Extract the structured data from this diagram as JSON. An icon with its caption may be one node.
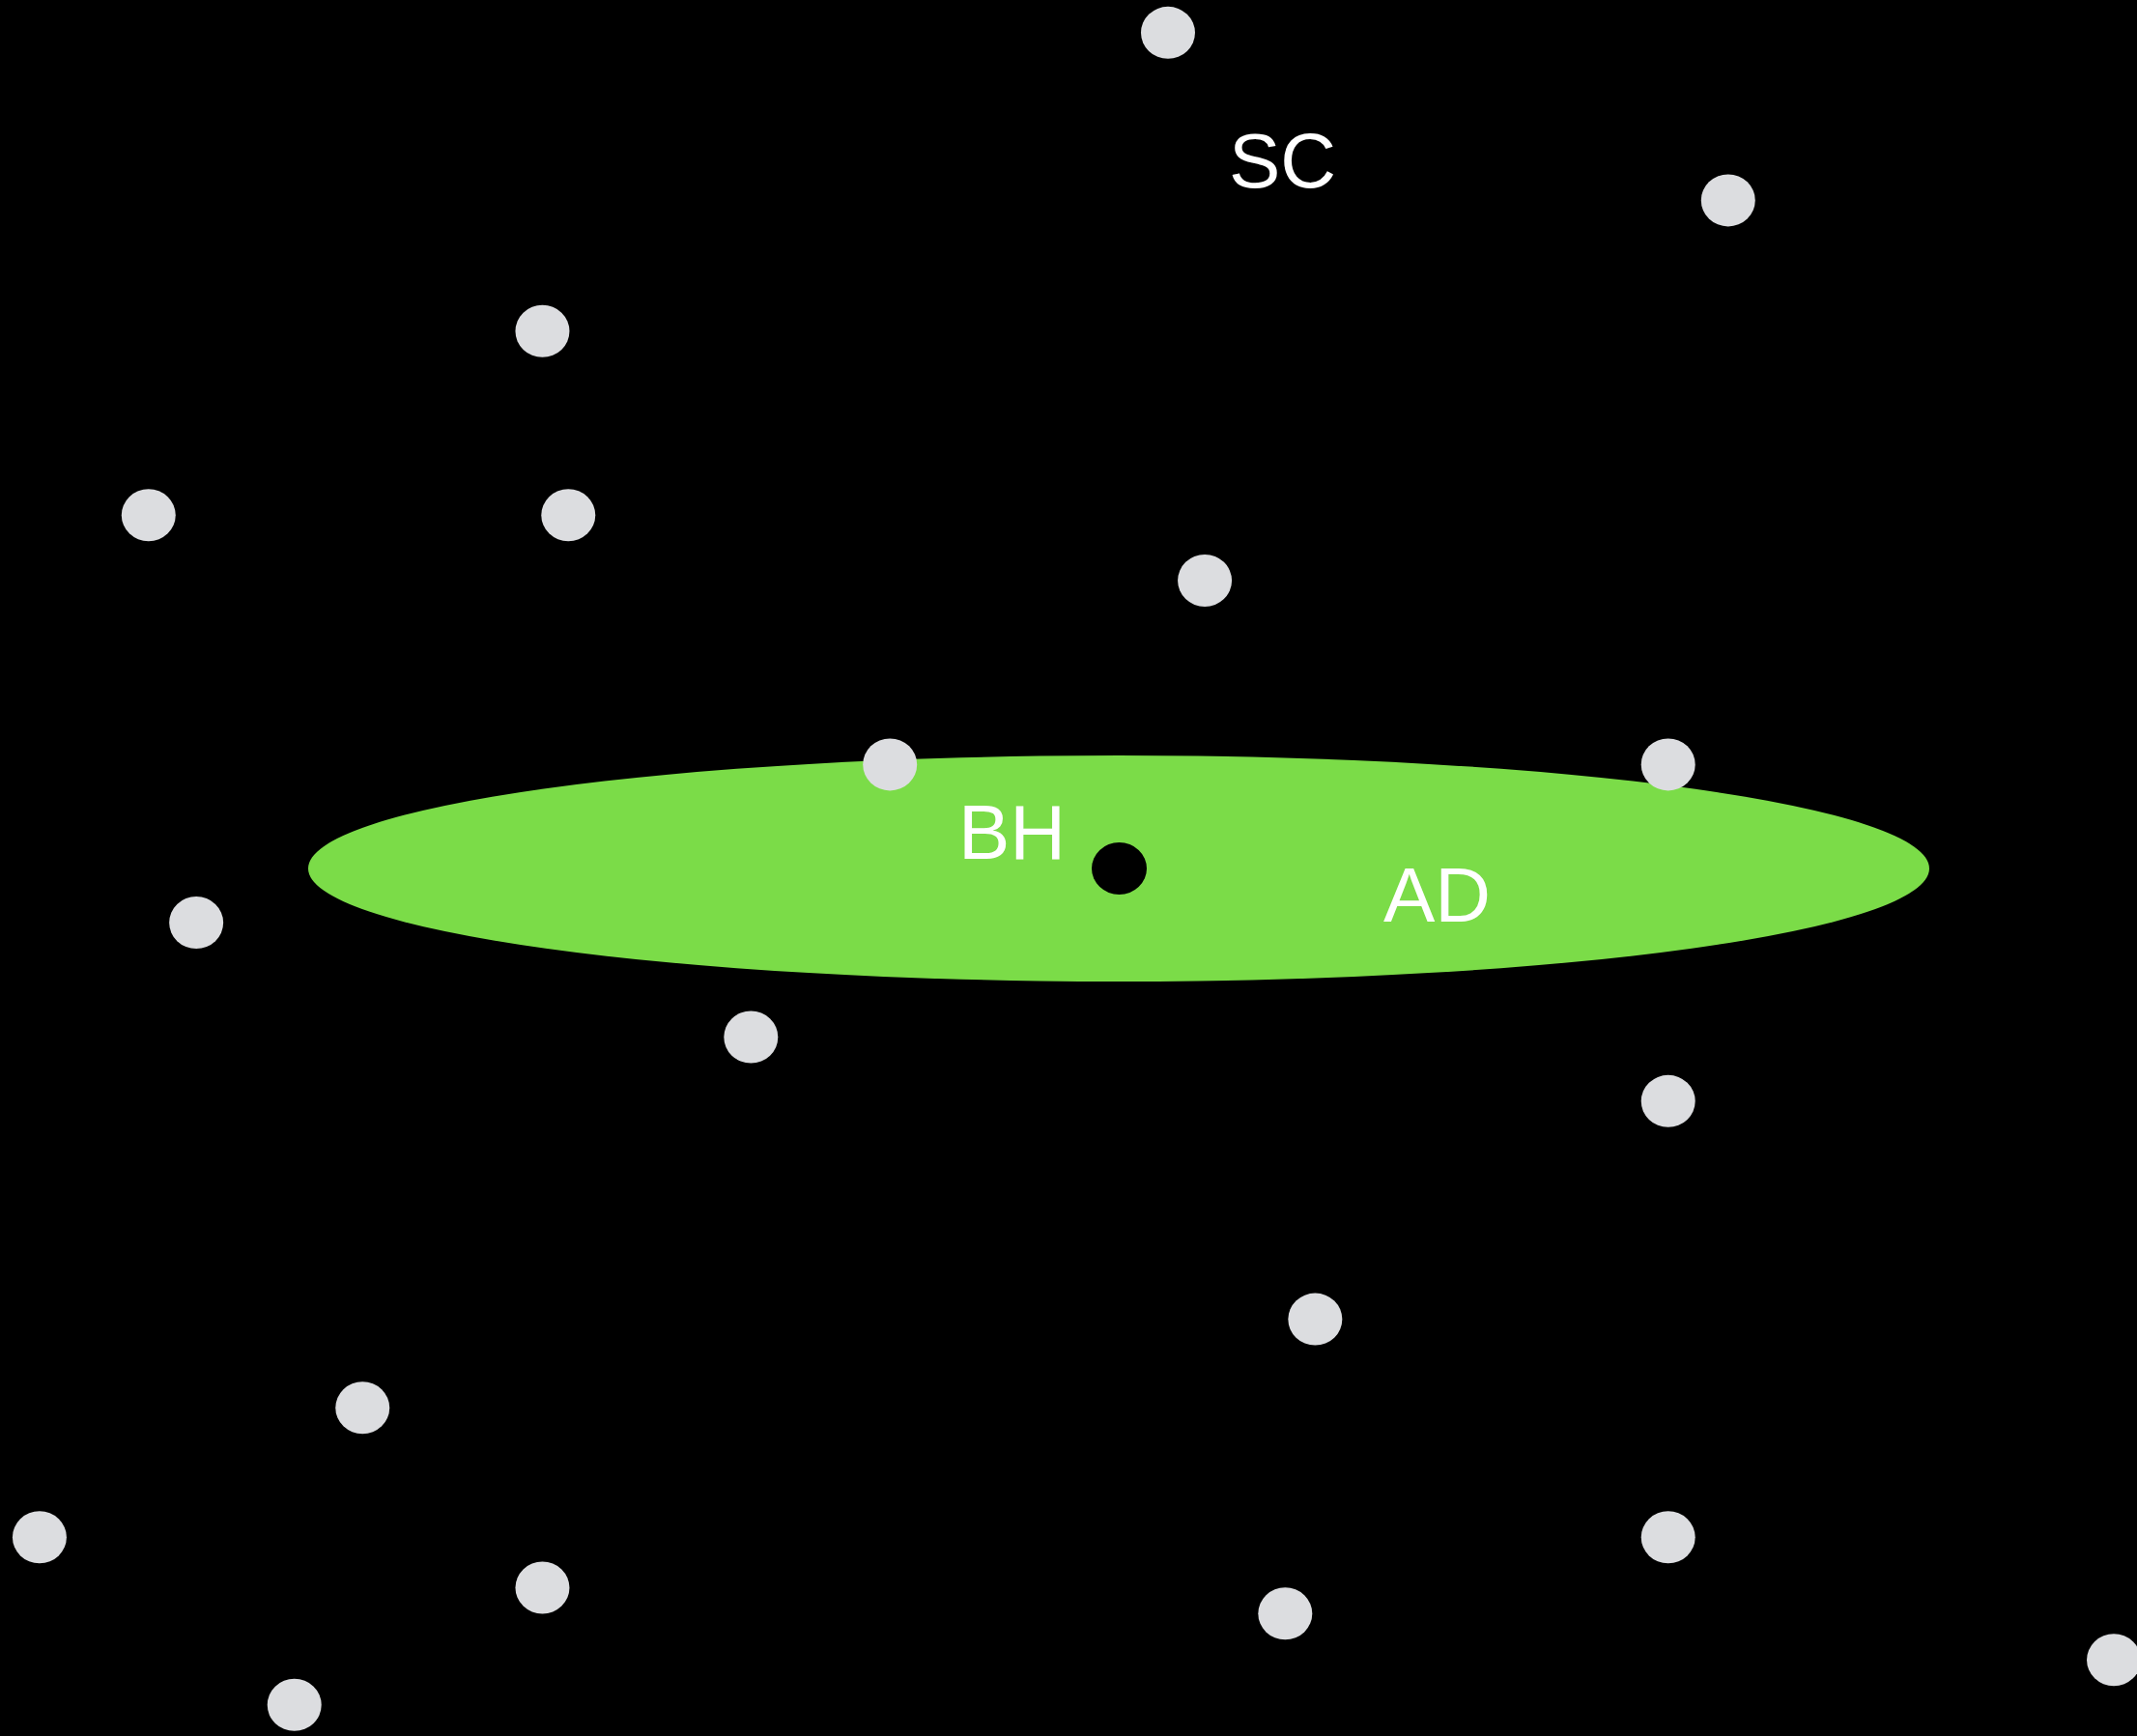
{
  "diagram": {
    "nodes": [
      {
        "text": [
          "AD"
        ]
      },
      {
        "text": [],
        "shape": "circle",
        "in": 0,
        "beside": [
          "BH"
        ]
      }
    ],
    "labels": [
      "SC"
    ]
  }
}
